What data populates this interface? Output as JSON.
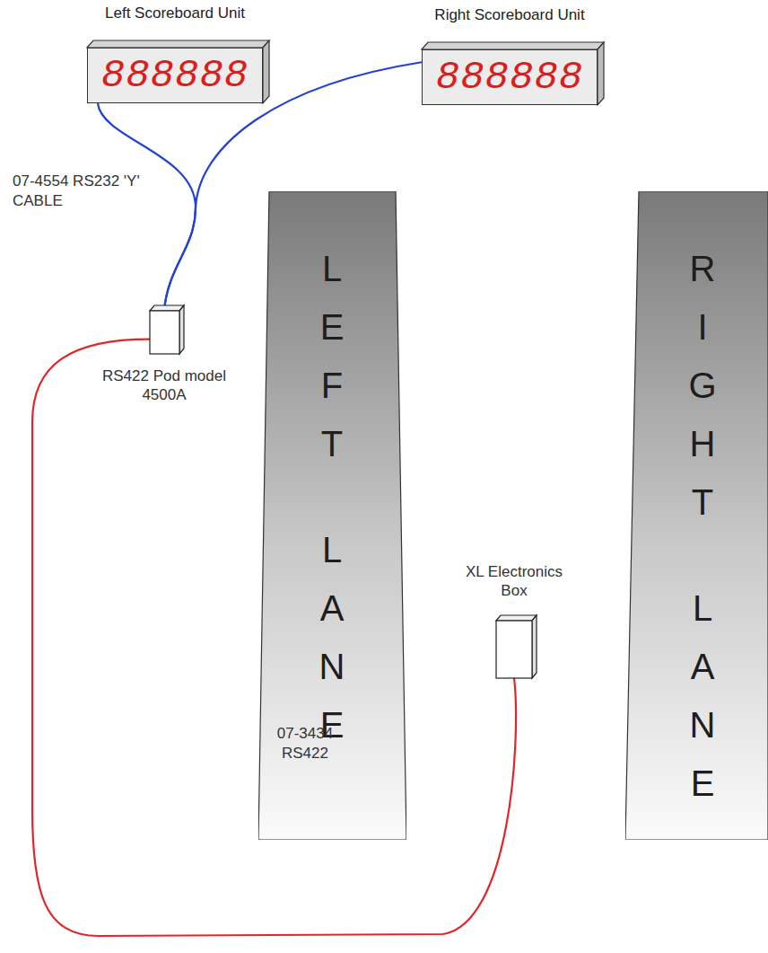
{
  "diagram": {
    "nodes": [
      {
        "text": [
          "Left Scoreboard Unit",
          "888888"
        ]
      },
      {
        "text": [
          "Right Scoreboard Unit",
          "888888"
        ]
      },
      {
        "text": [
          "RS422 Pod model 4500A"
        ]
      },
      {
        "text": [
          "LEFT LANE"
        ]
      },
      {
        "text": [
          "RIGHT LANE"
        ]
      },
      {
        "text": [
          "XL Electronics Box"
        ]
      }
    ],
    "edges": [
      {
        "from": 2,
        "to": 0,
        "arrow": "none"
      },
      {
        "from": 2,
        "to": 1,
        "arrow": "none"
      },
      {
        "from": 5,
        "to": 2,
        "label": "07-3434 RS422",
        "arrow": "none"
      }
    ],
    "labels": [
      "07-4554 RS232 'Y' CABLE"
    ]
  }
}
